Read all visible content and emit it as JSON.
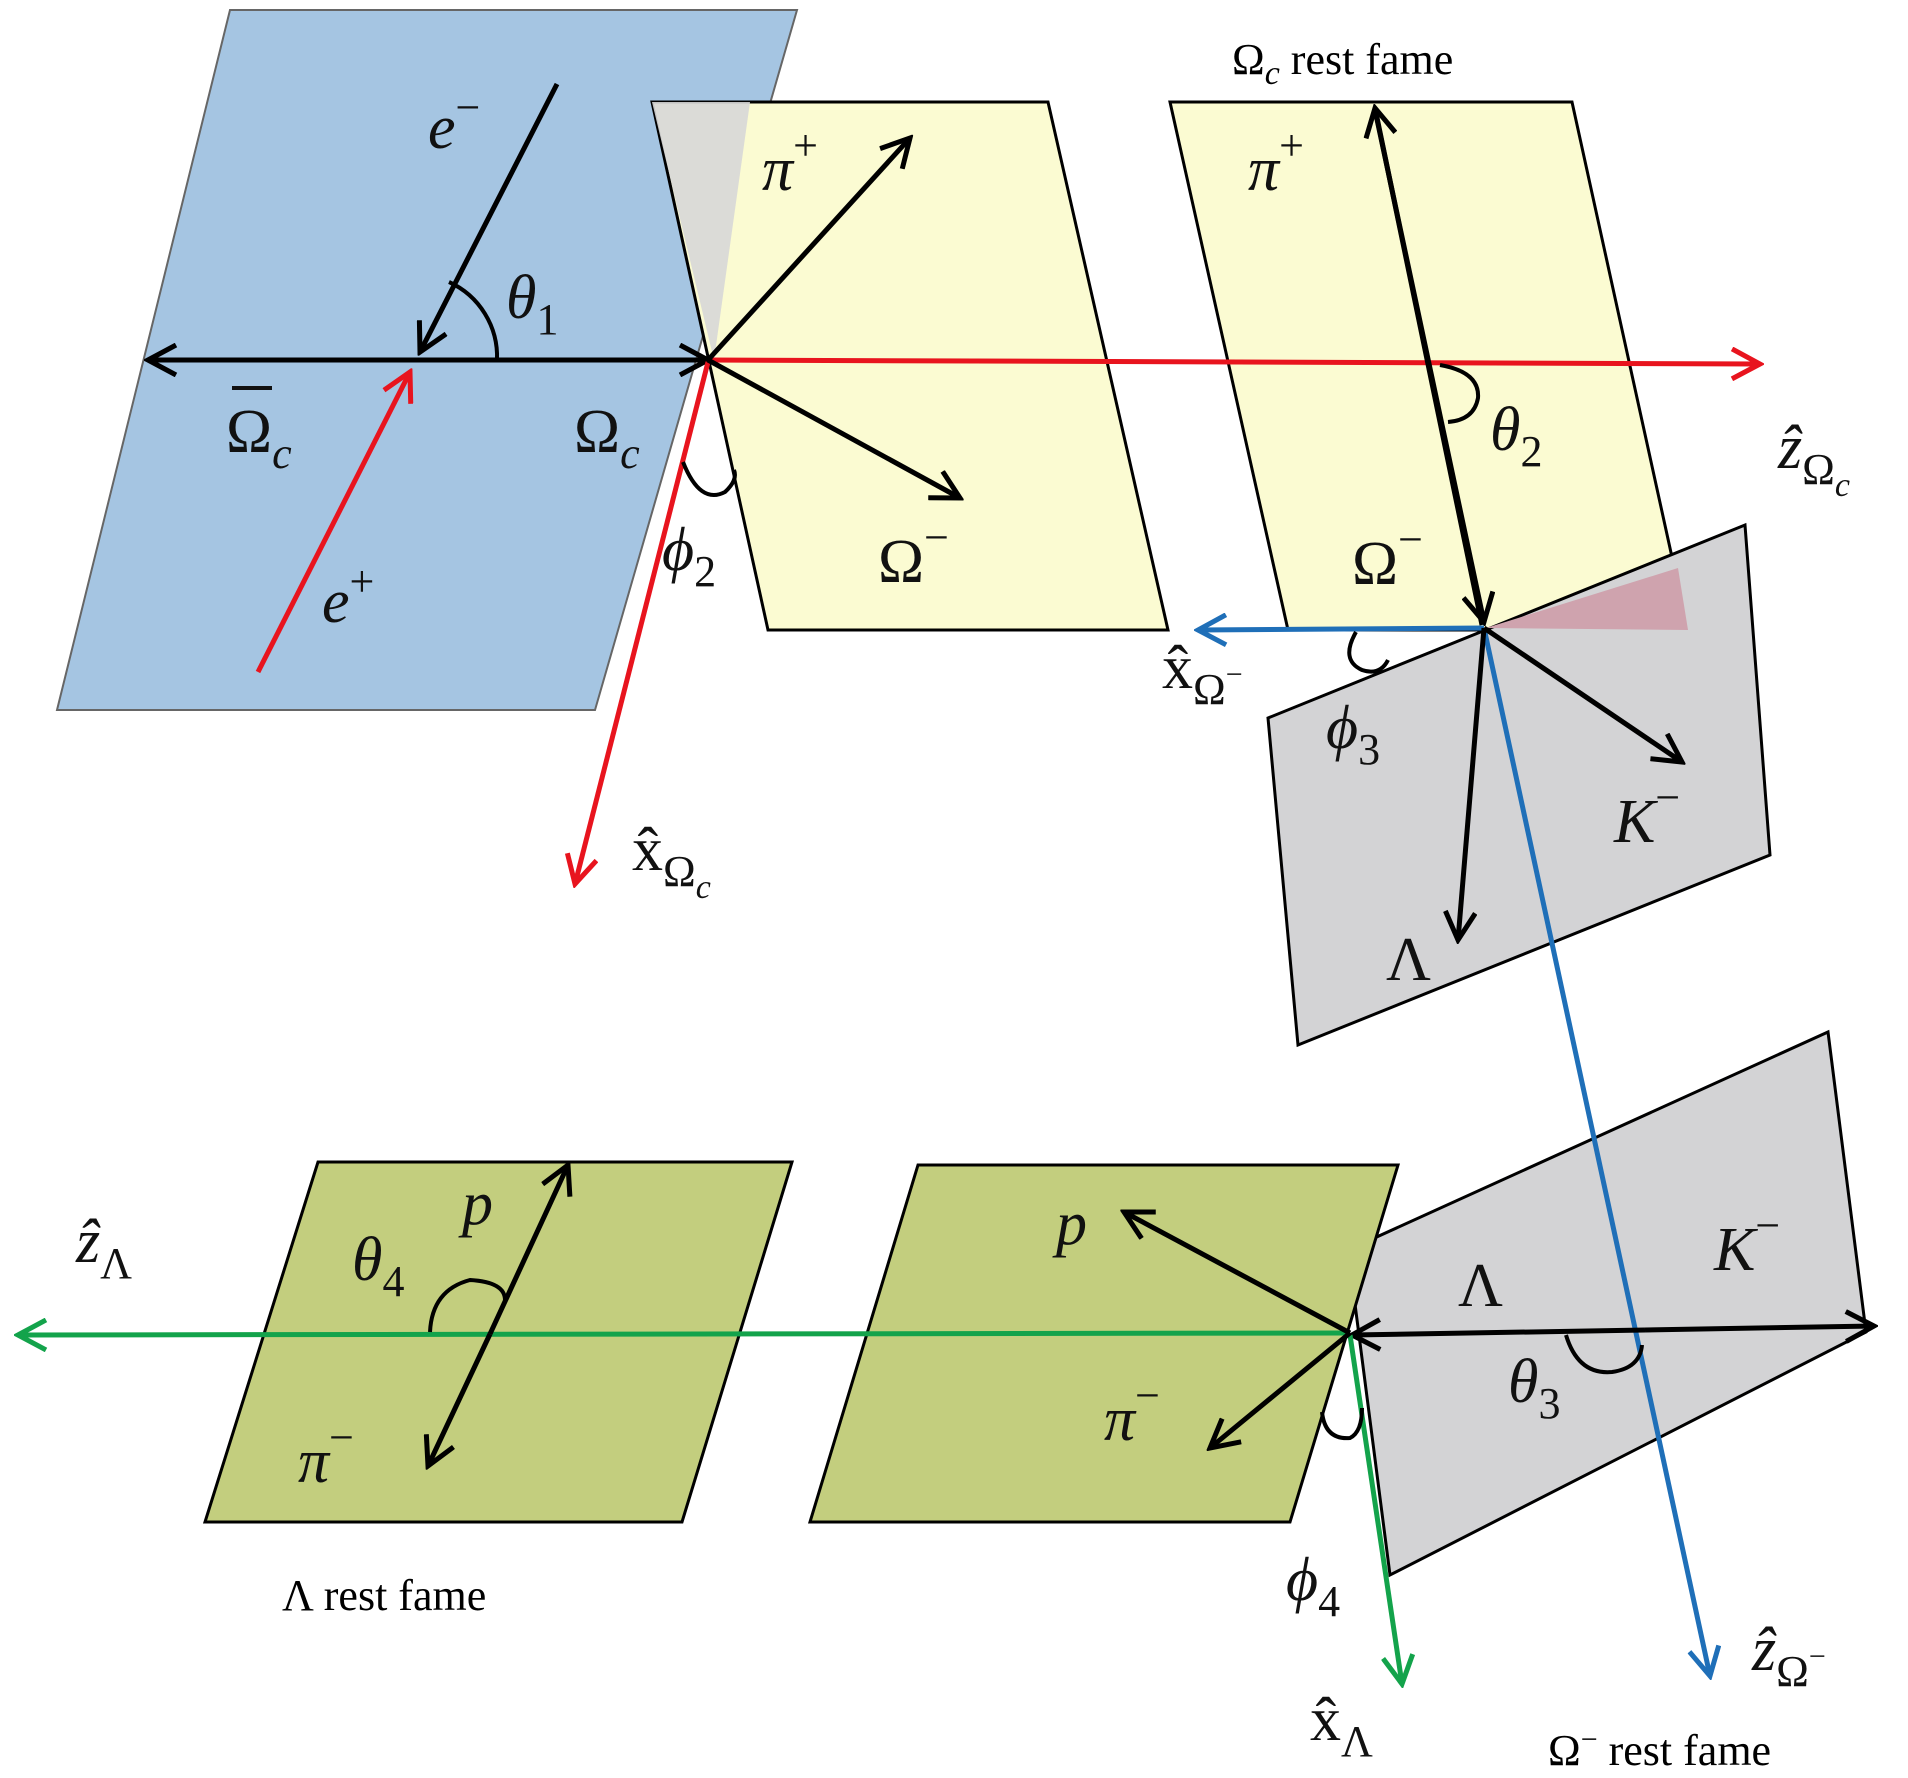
{
  "colors": {
    "blue_plane": "#a5c5e2",
    "yellow_plane": "#fbfbd2",
    "gray_plane": "#d3d3d5",
    "olive_plane": "#c3ce7e",
    "pink_region": "#cfa3ae",
    "red": "#e8141e",
    "blue": "#1f6fb8",
    "green": "#13a34b",
    "black": "#000000"
  },
  "frame_labels": {
    "omega_c": {
      "sym": "Ω",
      "sub": "c",
      "text": " rest fame"
    },
    "omega_minus": {
      "sym": "Ω",
      "sup": "−",
      "text": " rest fame"
    },
    "lambda": {
      "sym": "Λ",
      "text": " rest fame"
    }
  },
  "particles": {
    "e_minus": {
      "base": "e",
      "sup": "−"
    },
    "e_plus": {
      "base": "e",
      "sup": "+"
    },
    "omega_c_bar": {
      "base": "Ω",
      "sub": "c",
      "bar": true
    },
    "omega_c": {
      "base": "Ω",
      "sub": "c"
    },
    "pi_plus_1": {
      "base": "π",
      "sup": "+"
    },
    "omega_minus_1": {
      "base": "Ω",
      "sup": "−"
    },
    "pi_plus_2": {
      "base": "π",
      "sup": "+"
    },
    "omega_minus_2": {
      "base": "Ω",
      "sup": "−"
    },
    "k_minus_1": {
      "base": "K",
      "sup": "−"
    },
    "lambda_1": {
      "base": "Λ"
    },
    "p_1": {
      "base": "p"
    },
    "pi_minus_1": {
      "base": "π",
      "sup": "−"
    },
    "p_2": {
      "base": "p"
    },
    "pi_minus_2": {
      "base": "π",
      "sup": "−"
    },
    "lambda_2": {
      "base": "Λ"
    },
    "k_minus_2": {
      "base": "K",
      "sup": "−"
    }
  },
  "angles": {
    "theta1": {
      "base": "θ",
      "sub": "1"
    },
    "theta2": {
      "base": "θ",
      "sub": "2"
    },
    "theta3": {
      "base": "θ",
      "sub": "3"
    },
    "theta4": {
      "base": "θ",
      "sub": "4"
    },
    "phi2": {
      "base": "ϕ",
      "sub": "2"
    },
    "phi3": {
      "base": "ϕ",
      "sub": "3"
    },
    "phi4": {
      "base": "ϕ",
      "sub": "4"
    }
  },
  "axes": {
    "z_omega_c": {
      "base": "ẑ",
      "sub": "Ω",
      "subsub": "c"
    },
    "x_omega_c": {
      "base": "x̂",
      "sub": "Ω",
      "subsub": "c"
    },
    "x_omega_minus": {
      "base": "x̂",
      "sub": "Ω",
      "subsup": "−"
    },
    "z_omega_minus": {
      "base": "ẑ",
      "sub": "Ω",
      "subsup": "−"
    },
    "z_lambda": {
      "base": "ẑ",
      "sub": "Λ"
    },
    "x_lambda": {
      "base": "x̂",
      "sub": "Λ"
    }
  }
}
